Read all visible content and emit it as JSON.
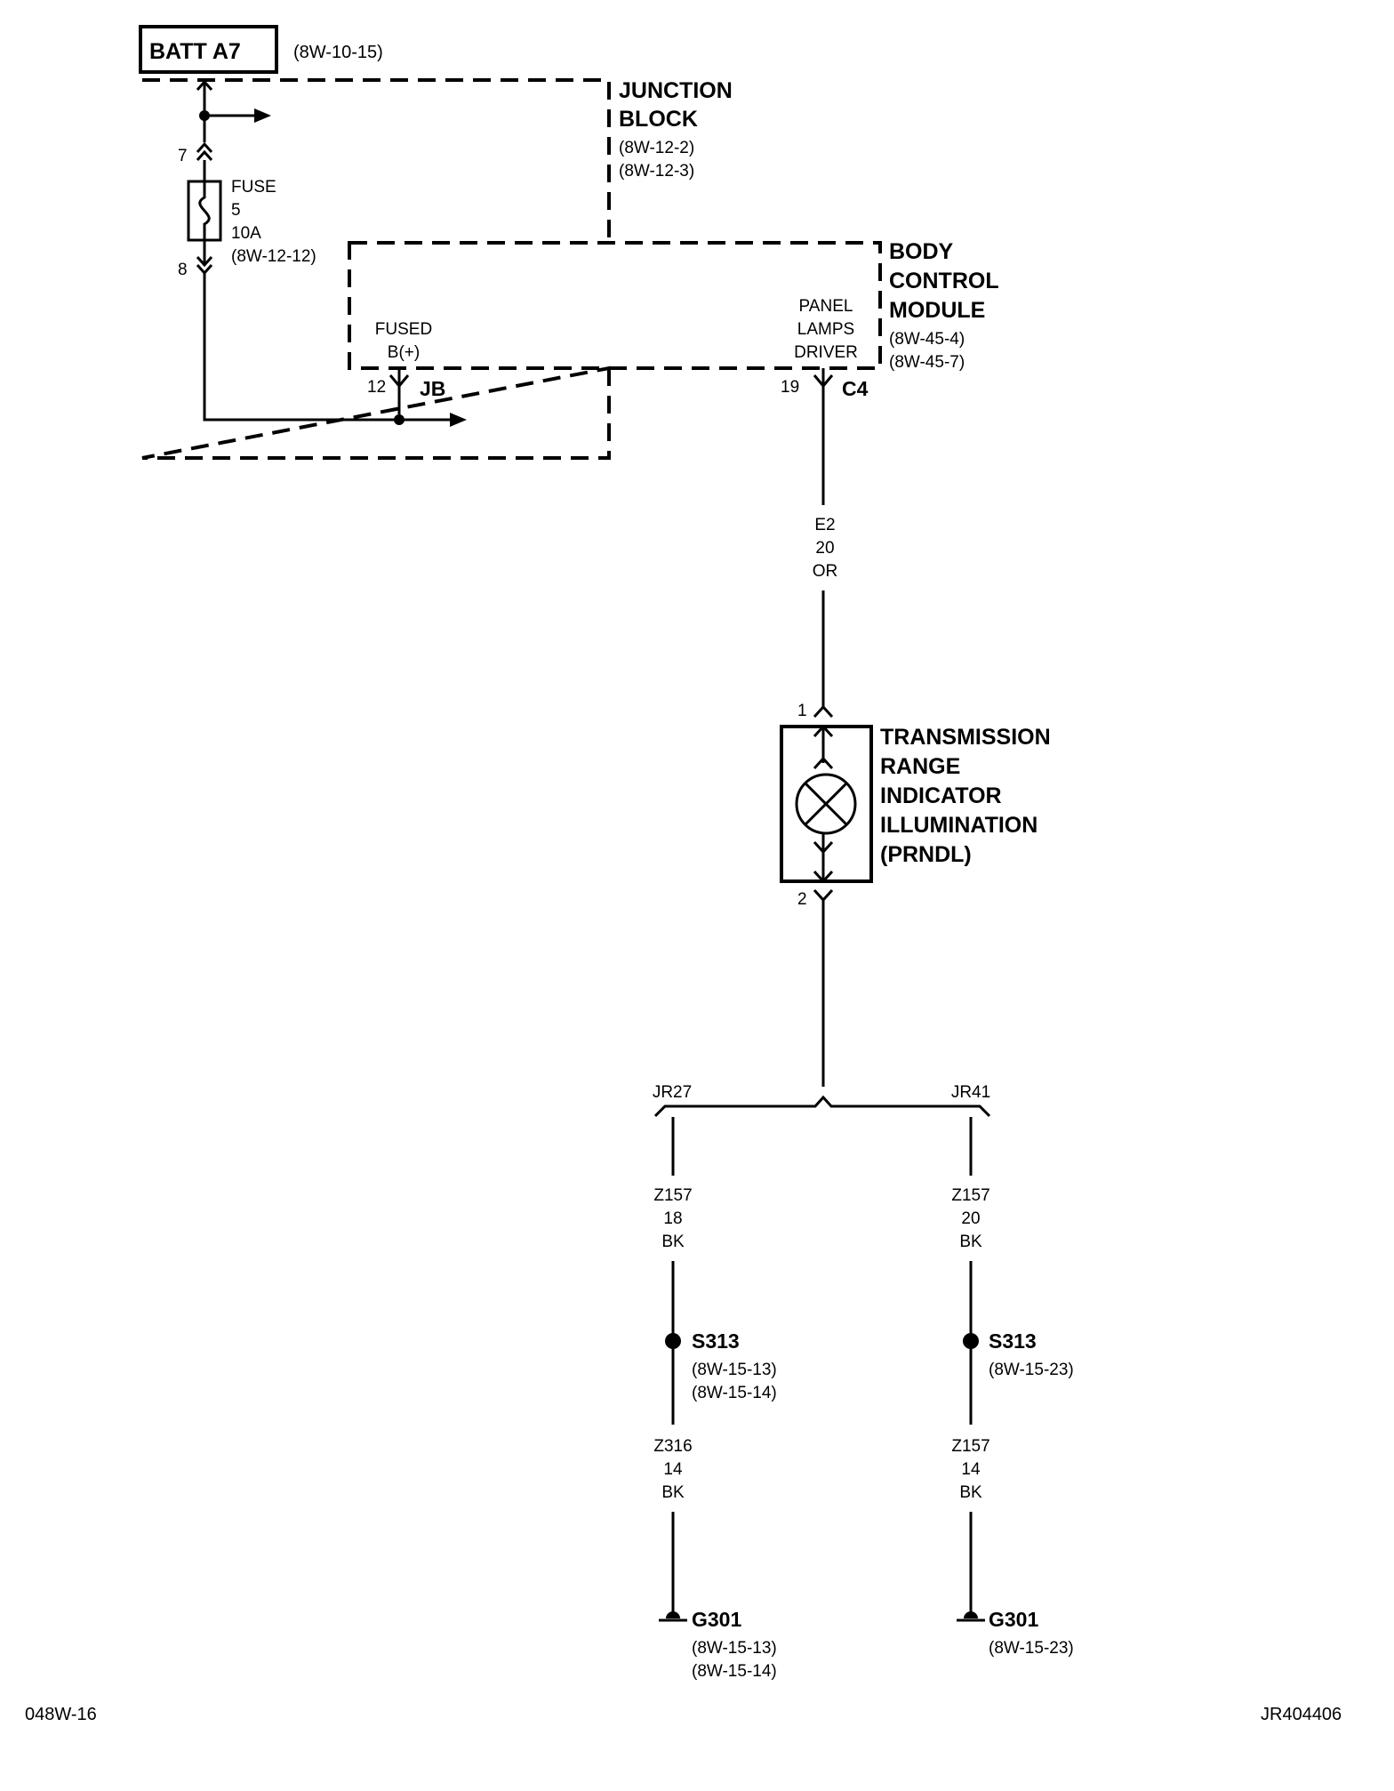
{
  "battery": {
    "label": "BATT A7",
    "ref": "(8W-10-15)"
  },
  "junction_block": {
    "title_line1": "JUNCTION",
    "title_line2": "BLOCK",
    "ref1": "(8W-12-2)",
    "ref2": "(8W-12-3)"
  },
  "fuse": {
    "pin_in": "7",
    "pin_out": "8",
    "line1": "FUSE",
    "line2": "5",
    "line3": "10A",
    "line4": "(8W-12-12)"
  },
  "body_control_module": {
    "title_line1": "BODY",
    "title_line2": "CONTROL",
    "title_line3": "MODULE",
    "ref1": "(8W-45-4)",
    "ref2": "(8W-45-7)",
    "fused_line1": "FUSED",
    "fused_line2": "B(+)",
    "driver_line1": "PANEL",
    "driver_line2": "LAMPS",
    "driver_line3": "DRIVER"
  },
  "connectors": {
    "jb_pin": "12",
    "jb_name": "JB",
    "c4_pin": "19",
    "c4_name": "C4"
  },
  "wire_e2": {
    "code": "E2",
    "gauge": "20",
    "color": "OR"
  },
  "lamp": {
    "pin_top": "1",
    "pin_bottom": "2",
    "line1": "TRANSMISSION",
    "line2": "RANGE",
    "line3": "INDICATOR",
    "line4": "ILLUMINATION",
    "line5": "(PRNDL)"
  },
  "branches": {
    "left": {
      "option": "JR27",
      "wire1": {
        "code": "Z157",
        "gauge": "18",
        "color": "BK"
      },
      "splice": {
        "name": "S313",
        "ref1": "(8W-15-13)",
        "ref2": "(8W-15-14)"
      },
      "wire2": {
        "code": "Z316",
        "gauge": "14",
        "color": "BK"
      },
      "ground": {
        "name": "G301",
        "ref1": "(8W-15-13)",
        "ref2": "(8W-15-14)"
      }
    },
    "right": {
      "option": "JR41",
      "wire1": {
        "code": "Z157",
        "gauge": "20",
        "color": "BK"
      },
      "splice": {
        "name": "S313",
        "ref1": "(8W-15-23)"
      },
      "wire2": {
        "code": "Z157",
        "gauge": "14",
        "color": "BK"
      },
      "ground": {
        "name": "G301",
        "ref1": "(8W-15-23)"
      }
    }
  },
  "footer": {
    "left": "048W-16",
    "right": "JR404406"
  }
}
